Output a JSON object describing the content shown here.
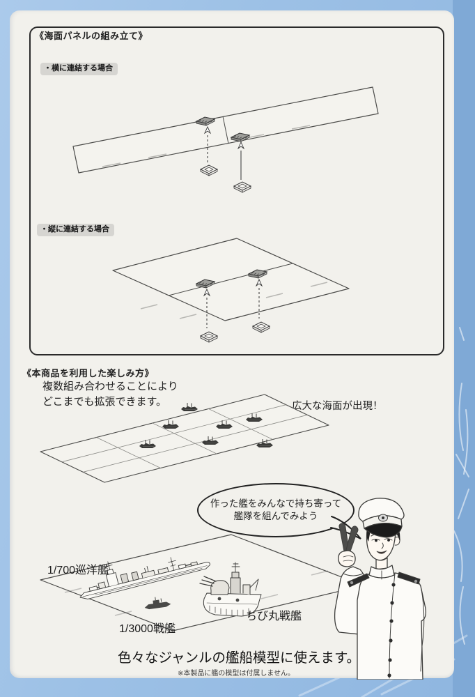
{
  "doc": {
    "section_assembly": {
      "title": "《海面パネルの組み立て》",
      "case_horizontal": "・横に連結する場合",
      "case_vertical": "・縦に連結する場合"
    },
    "section_enjoy": {
      "title": "《本商品を利用した楽しみ方》",
      "expand_line1": "複数組み合わせることにより",
      "expand_line2": "どこまでも拡張できます。",
      "vast_sea": "広大な海面が出現！",
      "bubble_line1": "作った艦をみんなで持ち寄って",
      "bubble_line2": "艦隊を組んでみよう",
      "label_cruiser": "1/700巡洋艦",
      "label_battleship": "1/3000戦艦",
      "label_chibimaru": "ちび丸戦艦"
    },
    "footer": {
      "main": "色々なジャンルの艦船模型に使えます。",
      "note": "※本製品に艦の模型は付属しません。"
    },
    "colors": {
      "background_blue": "#9dc1e6",
      "bag_edge_blue": "#7fa9d6",
      "paper": "#f2f1ec",
      "label_pill_bg": "#d6d5d1",
      "line_ink": "#3c3c3a"
    }
  }
}
